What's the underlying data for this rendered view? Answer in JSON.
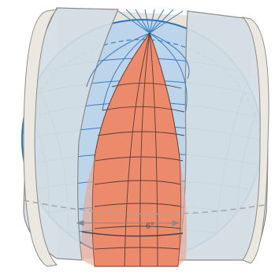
{
  "diagram": {
    "angle_label": "6°",
    "colors": {
      "globe": "#bcd5ea",
      "globe_edge": "#2f73b8",
      "graticule": "#3c7cc0",
      "zone": "#ec8a6c",
      "zone_grid": "#5c3b3a",
      "cylinder": "#ebe7e1",
      "cylinder_edge": "#8f8b85",
      "dashed": "#a6a6a6"
    },
    "icons": [
      "globe-sphere",
      "transverse-cylinder",
      "utm-zone-gore",
      "graticule-grid"
    ]
  }
}
